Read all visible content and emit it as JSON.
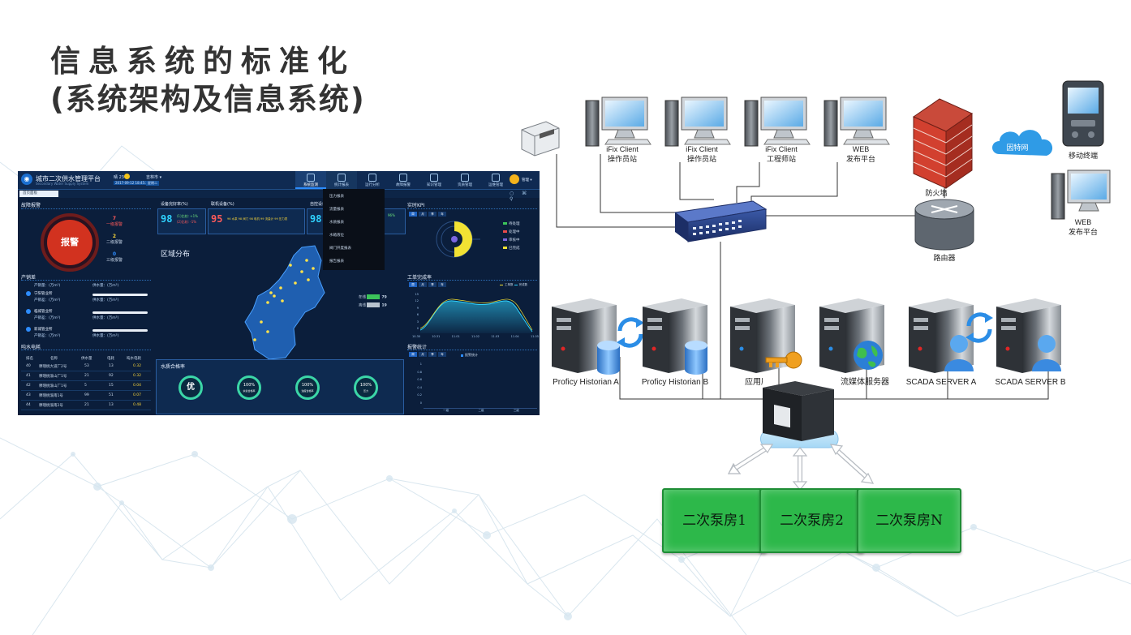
{
  "slide": {
    "title_line1": "信息系统的标准化",
    "title_line2": "(系统架构及信息系统)"
  },
  "dashboard": {
    "app_title": "城市二次供水管理平台",
    "app_subtitle": "Secondary Water Supply System",
    "weather": "晴 23",
    "city": "吉林市 ▾",
    "timestamp": "2017-09-12 18:45:28",
    "weekday": "星期二",
    "user": "管理 ▾",
    "home_tab": "首页面板",
    "nav": [
      "系统监测",
      "统计报表",
      "运行分析",
      "故障报警",
      "知识管理",
      "资质管理",
      "运维管理"
    ],
    "dropdown_items": [
      "压力报表",
      "流量报表",
      "水质报表",
      "水箱液位",
      "阀门开度报表",
      "报告报表"
    ],
    "sections": {
      "fault_alarm": "故障报警",
      "equipment_rate": "设备完好率(%)",
      "online_rate": "联机设备(%)",
      "auto_control": "自控设备",
      "realtime_kpi": "实时KPI",
      "production": "产销差",
      "region": "区域分布",
      "order_rate": "工单完成率",
      "water_ranking": "吨水电耗",
      "alarm_stats": "报警统计",
      "water_quality": "水质合格率"
    },
    "alarm": {
      "label": "报警",
      "levels": [
        {
          "count": "7",
          "name": "一级报警"
        },
        {
          "count": "2",
          "name": "二级报警"
        },
        {
          "count": "0",
          "name": "三级报警"
        }
      ]
    },
    "kpi_values": {
      "equipment": "98",
      "online": "95",
      "auto": "98",
      "equipment_note1": "(1)比较: +1%",
      "equipment_note2": "(2)比较: -1%",
      "online_note": "96 水泵  98 阀门  98 电机  99 流量计  99 压力表",
      "kpi_pct": "96%"
    },
    "production_items": [
      {
        "name": "宁阳管业所",
        "sales": "产销差：(万m³)",
        "supply": "供水量：(万m³)"
      },
      {
        "name": "临城管业所",
        "sales": "产销差：(万m³)",
        "supply": "供水量：(万m³)"
      },
      {
        "name": "新城管业所",
        "sales": "产销差：(万m³)",
        "supply": "供水量：(万m³)"
      }
    ],
    "production_header": {
      "sales": "产销量：(万m³)",
      "supply": "供水量：(万m³)"
    },
    "online_status": [
      {
        "label": "在线",
        "value": "79",
        "color": "#3cc45a"
      },
      {
        "label": "离线",
        "value": "19",
        "color": "#b9c4cf"
      }
    ],
    "kpi_legend": [
      {
        "label": "待处理",
        "color": "#3cc45a"
      },
      {
        "label": "处理中",
        "color": "#e84a4a"
      },
      {
        "label": "审核中",
        "color": "#7b66e0"
      },
      {
        "label": "已完成",
        "color": "#f2e233"
      }
    ],
    "table": {
      "headers": [
        "排名",
        "名称",
        "供水量",
        "电耗",
        "吨水电耗"
      ],
      "rows": [
        [
          "40",
          "穆瑾桃大道厂2号",
          "53",
          "13",
          "0.32"
        ],
        [
          "41",
          "穆瑾桃渝山厂1号",
          "21",
          "92",
          "0.32"
        ],
        [
          "42",
          "穆瑾桃渝山厂1号",
          "5",
          "15",
          "0.04"
        ],
        [
          "43",
          "穆瑾桃渝南1号",
          "99",
          "51",
          "0.07"
        ],
        [
          "44",
          "穆瑾桃渝南2号",
          "21",
          "13",
          "0.48"
        ]
      ]
    },
    "time_buttons": [
      "周",
      "月",
      "季",
      "年"
    ],
    "order_legend": [
      "工单数",
      "完成数"
    ],
    "order_x": [
      "10.30",
      "10.31",
      "11.01",
      "11.02",
      "11.03",
      "11.04",
      "11.05"
    ],
    "order_y": [
      "15",
      "12",
      "9",
      "6",
      "3",
      "0"
    ],
    "alarm_legend": "报警统计",
    "alarm_y": [
      "1",
      "0.8",
      "0.6",
      "0.4",
      "0.2",
      "0"
    ],
    "alarm_x": [
      "一级",
      "二级",
      "三级"
    ],
    "quality_gauges": [
      {
        "value": "优",
        "label": ""
      },
      {
        "value": "100%",
        "label": "余氯合格率"
      },
      {
        "value": "100%",
        "label": "浊度合格率"
      },
      {
        "value": "100%",
        "label": "压力"
      }
    ]
  },
  "network": {
    "clients": [
      {
        "line1": "iFix Client",
        "line2": "操作员站"
      },
      {
        "line1": "iFix Client",
        "line2": "操作员站"
      },
      {
        "line1": "iFix Client",
        "line2": "工程师站"
      },
      {
        "line1": "WEB",
        "line2": "发布平台"
      }
    ],
    "firewall": "防火墙",
    "internet": "因特网",
    "mobile": "移动终端",
    "web_remote": {
      "line1": "WEB",
      "line2": "发布平台"
    },
    "router": "路由器",
    "servers": [
      "Proficy Historian A",
      "Proficy Historian B",
      "应用服务器",
      "流媒体服务器",
      "SCADA SERVER A",
      "SCADA SERVER B"
    ],
    "pump_rooms": [
      "二次泵房1",
      "二次泵房2",
      "二次泵房N"
    ]
  }
}
